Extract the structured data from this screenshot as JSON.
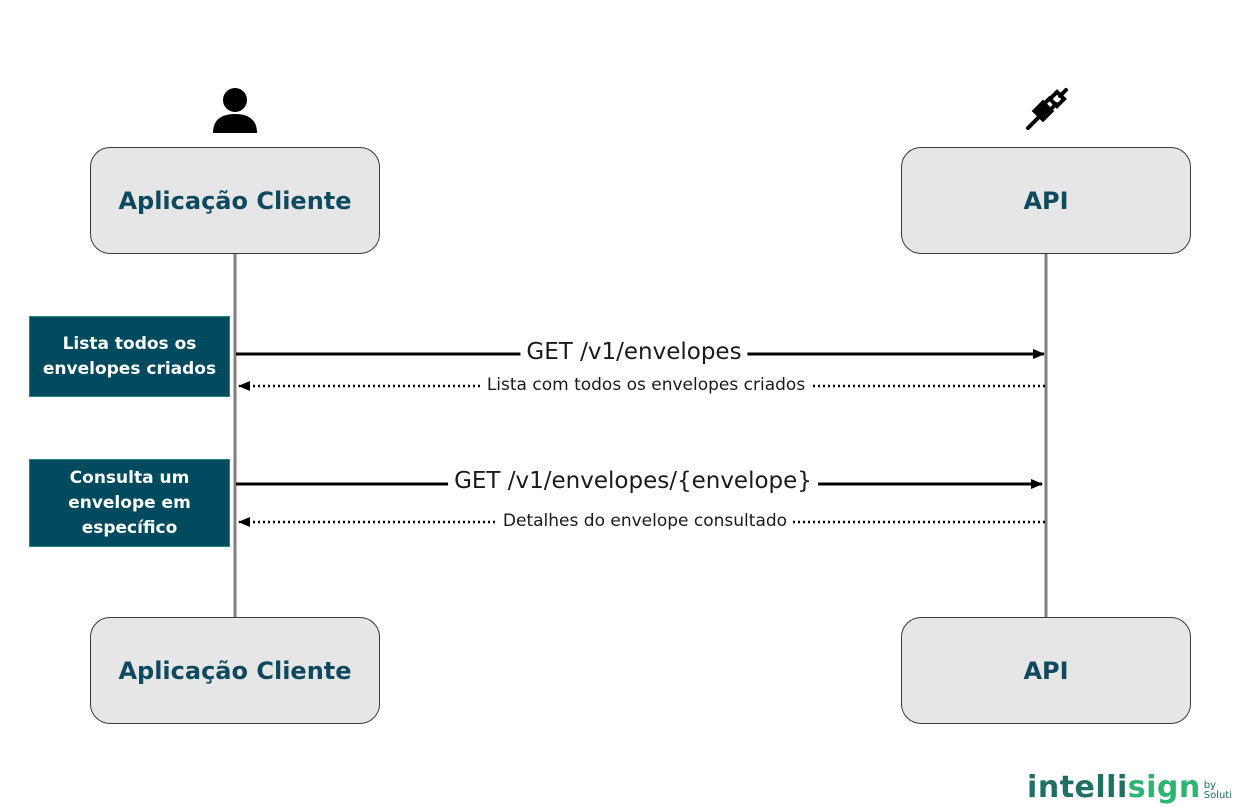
{
  "participants": {
    "client": {
      "name": "Aplicação Cliente",
      "icon": "user-icon"
    },
    "api": {
      "name": "API",
      "icon": "plug-icon"
    }
  },
  "notes": {
    "list_all": "Lista todos os envelopes criados",
    "query_one": "Consulta um envelope em específico"
  },
  "messages": {
    "request_list": "GET /v1/envelopes",
    "response_list": "Lista com todos os envelopes criados",
    "request_one": "GET /v1/envelopes/{envelope}",
    "response_one": "Detalhes do envelope consultado"
  },
  "logo": {
    "word_main": "intelli",
    "word_accent": "sign",
    "by_line1": "by",
    "by_line2": "Soluti"
  },
  "colors": {
    "participant_text": "#0d4a60",
    "participant_fill": "#e6e6e6",
    "note_fill": "#004a5f",
    "note_border": "#1f8a7a",
    "logo_dark": "#1f6f62",
    "logo_accent": "#2bb573"
  }
}
